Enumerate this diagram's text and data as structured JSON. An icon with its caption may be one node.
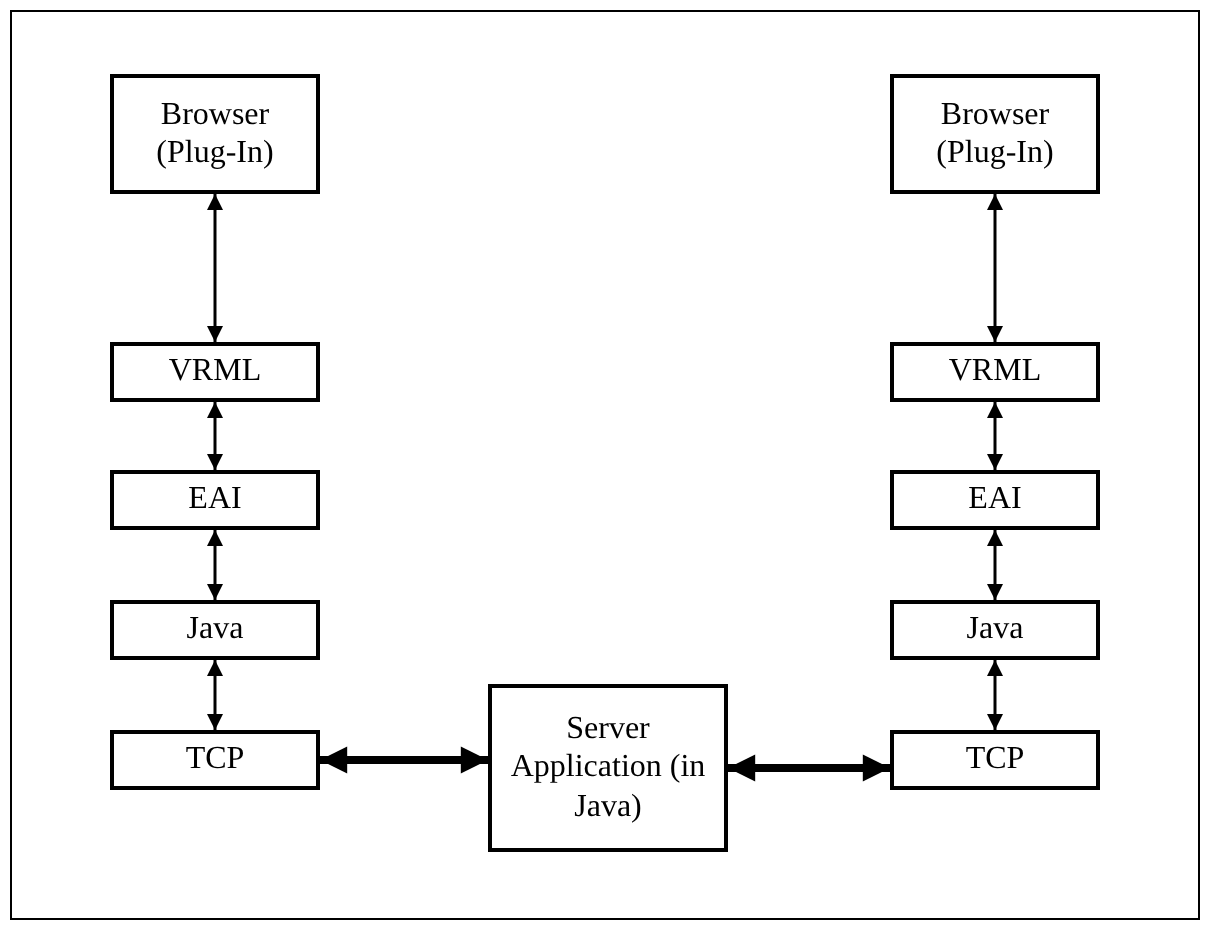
{
  "diagram": {
    "nodes": [
      {
        "text": [
          "Browser (Plug-In)"
        ]
      },
      {
        "text": [
          "VRML"
        ]
      },
      {
        "text": [
          "EAI"
        ]
      },
      {
        "text": [
          "Java"
        ]
      },
      {
        "text": [
          "TCP"
        ]
      },
      {
        "text": [
          "Server Application (in Java)"
        ]
      },
      {
        "text": [
          "Browser (Plug-In)"
        ]
      },
      {
        "text": [
          "VRML"
        ]
      },
      {
        "text": [
          "EAI"
        ]
      },
      {
        "text": [
          "Java"
        ]
      },
      {
        "text": [
          "TCP"
        ]
      }
    ],
    "edges": [
      {
        "from": 0,
        "to": 1,
        "arrow": "both"
      },
      {
        "from": 1,
        "to": 2,
        "arrow": "both"
      },
      {
        "from": 2,
        "to": 3,
        "arrow": "both"
      },
      {
        "from": 3,
        "to": 4,
        "arrow": "both"
      },
      {
        "from": 4,
        "to": 5,
        "arrow": "both",
        "style": "thick"
      },
      {
        "from": 5,
        "to": 10,
        "arrow": "both",
        "style": "thick"
      },
      {
        "from": 6,
        "to": 7,
        "arrow": "both"
      },
      {
        "from": 7,
        "to": 8,
        "arrow": "both"
      },
      {
        "from": 8,
        "to": 9,
        "arrow": "both"
      },
      {
        "from": 9,
        "to": 10,
        "arrow": "both"
      }
    ]
  }
}
